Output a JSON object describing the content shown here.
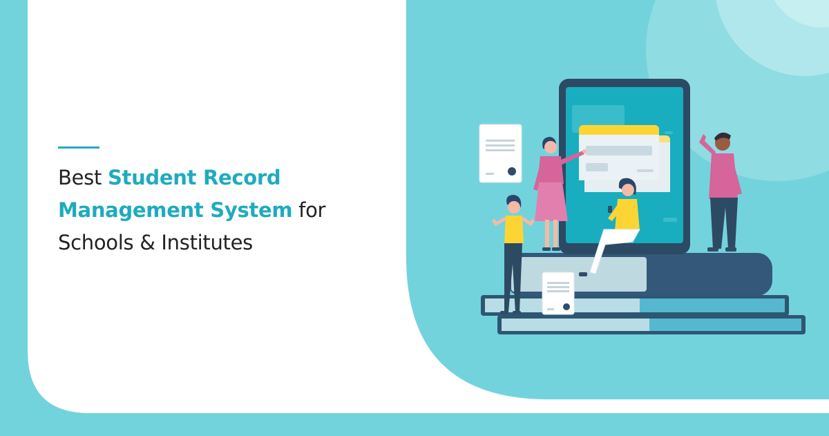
{
  "headline": {
    "prefix": "Best ",
    "highlight_line1": "Student Record",
    "highlight_line2": "Management System",
    "suffix_line2": " for",
    "line3": "Schools & Institutes"
  },
  "colors": {
    "accent": "#20acbd",
    "teal_background": "#73d3dc",
    "text": "#222222",
    "tablet_frame": "#2c4a63",
    "yellow": "#fcd535",
    "pink": "#d5659a"
  },
  "illustration": {
    "icons": [
      "tablet-icon",
      "certificate-icon",
      "book-stack-icon",
      "person-icon"
    ]
  }
}
